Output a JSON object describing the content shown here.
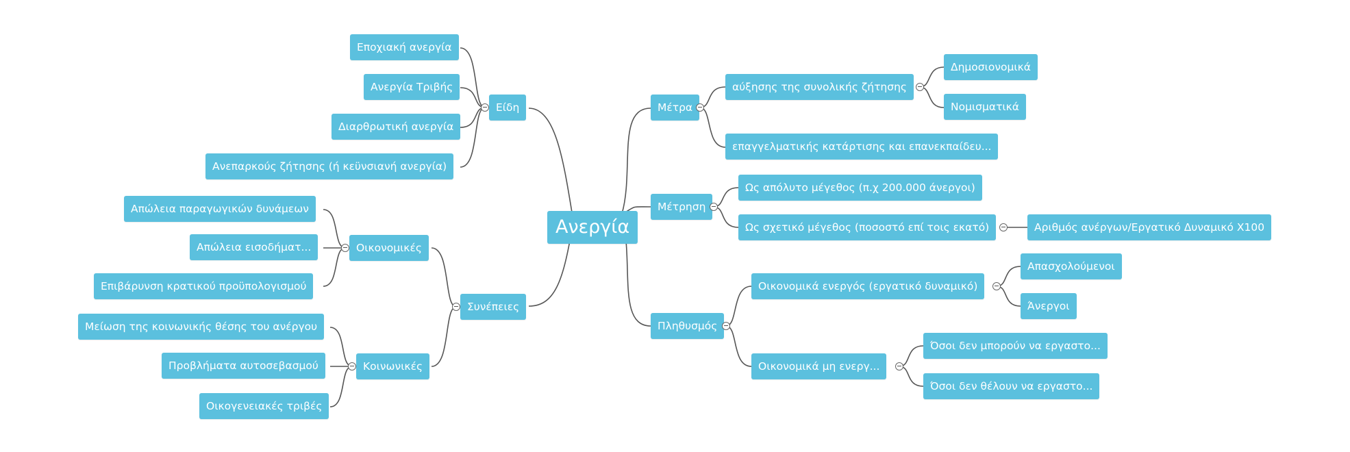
{
  "colors": {
    "node": "#5bc0de",
    "link": "#555555",
    "text": "#ffffff"
  },
  "root": "Ανεργία",
  "left": {
    "eidi": {
      "label": "Είδη",
      "children": [
        "Εποχιακή ανεργία",
        "Ανεργία Τριβής",
        "Διαρθρωτική ανεργία",
        "Ανεπαρκούς ζήτησης (ή κεϋνσιανή ανεργία)"
      ]
    },
    "synepeies": {
      "label": "Συνέπειες",
      "oikonomikes": {
        "label": "Οικονομικές",
        "children": [
          "Απώλεια παραγωγικών δυνάμεων",
          "Απώλεια εισοδήματ...",
          "Επιβάρυνση κρατικού προϋπολογισμού"
        ]
      },
      "koinonikes": {
        "label": "Κοινωνικές",
        "children": [
          "Μείωση της κοινωνικής θέσης του ανέργου",
          "Προβλήματα αυτοσεβασμού",
          "Οικογενειακές τριβές"
        ]
      }
    }
  },
  "right": {
    "metra": {
      "label": "Μέτρα",
      "ayxisi": {
        "label": "αύξησης της συνολικής ζήτησης",
        "children": [
          "Δημοσιονομικά",
          "Νομισματικά"
        ]
      },
      "katartisi": "επαγγελματικής κατάρτισης και επανεκπαίδευ..."
    },
    "metrisi": {
      "label": "Μέτρηση",
      "apolyto": "Ως απόλυτο μέγεθος (π.χ 200.000 άνεργοι)",
      "sxetiko": {
        "label": "Ως σχετικό μέγεθος (ποσοστό επί τοις εκατό)",
        "child": "Αριθμός ανέργων/Εργατικό Δυναμικό Χ100"
      }
    },
    "plithysmos": {
      "label": "Πληθυσμός",
      "energos": {
        "label": "Οικονομικά ενεργός (εργατικό δυναμικό)",
        "children": [
          "Απασχολούμενοι",
          "Άνεργοι"
        ]
      },
      "mi_energos": {
        "label": "Οικονομικά μη ενεργ...",
        "children": [
          "Όσοι δεν μπορούν να εργαστο...",
          "Όσοι δεν θέλουν να εργαστο..."
        ]
      }
    }
  }
}
